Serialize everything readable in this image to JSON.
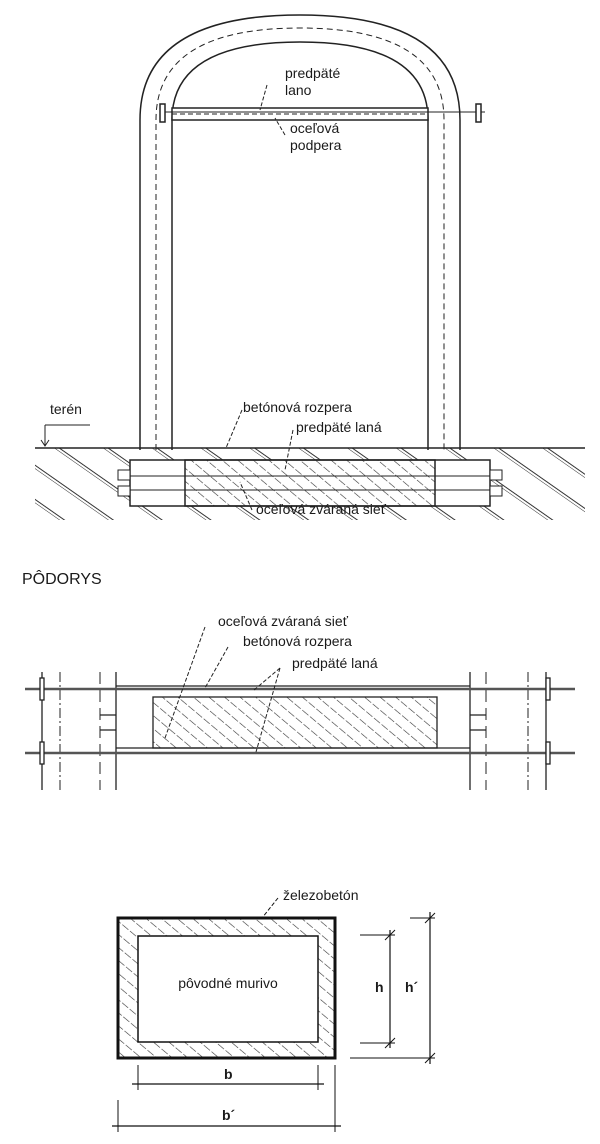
{
  "elevation": {
    "labels": {
      "tendon_top_1": "predpäté",
      "tendon_top_2": "lano",
      "support_1": "oceľová",
      "support_2": "podpera",
      "terrain": "terén",
      "strut": "betónová rozpera",
      "tendons": "predpäté laná",
      "mesh": "oceľová zváraná sieť"
    }
  },
  "plan": {
    "title": "PÔDORYS",
    "labels": {
      "mesh": "oceľová zváraná sieť",
      "strut": "betónová rozpera",
      "tendons": "predpäté laná"
    }
  },
  "section": {
    "labels": {
      "jacket": "železobetón",
      "core": "pôvodné murivo",
      "h": "h",
      "h_prime": "h´",
      "b": "b",
      "b_prime": "b´"
    }
  }
}
